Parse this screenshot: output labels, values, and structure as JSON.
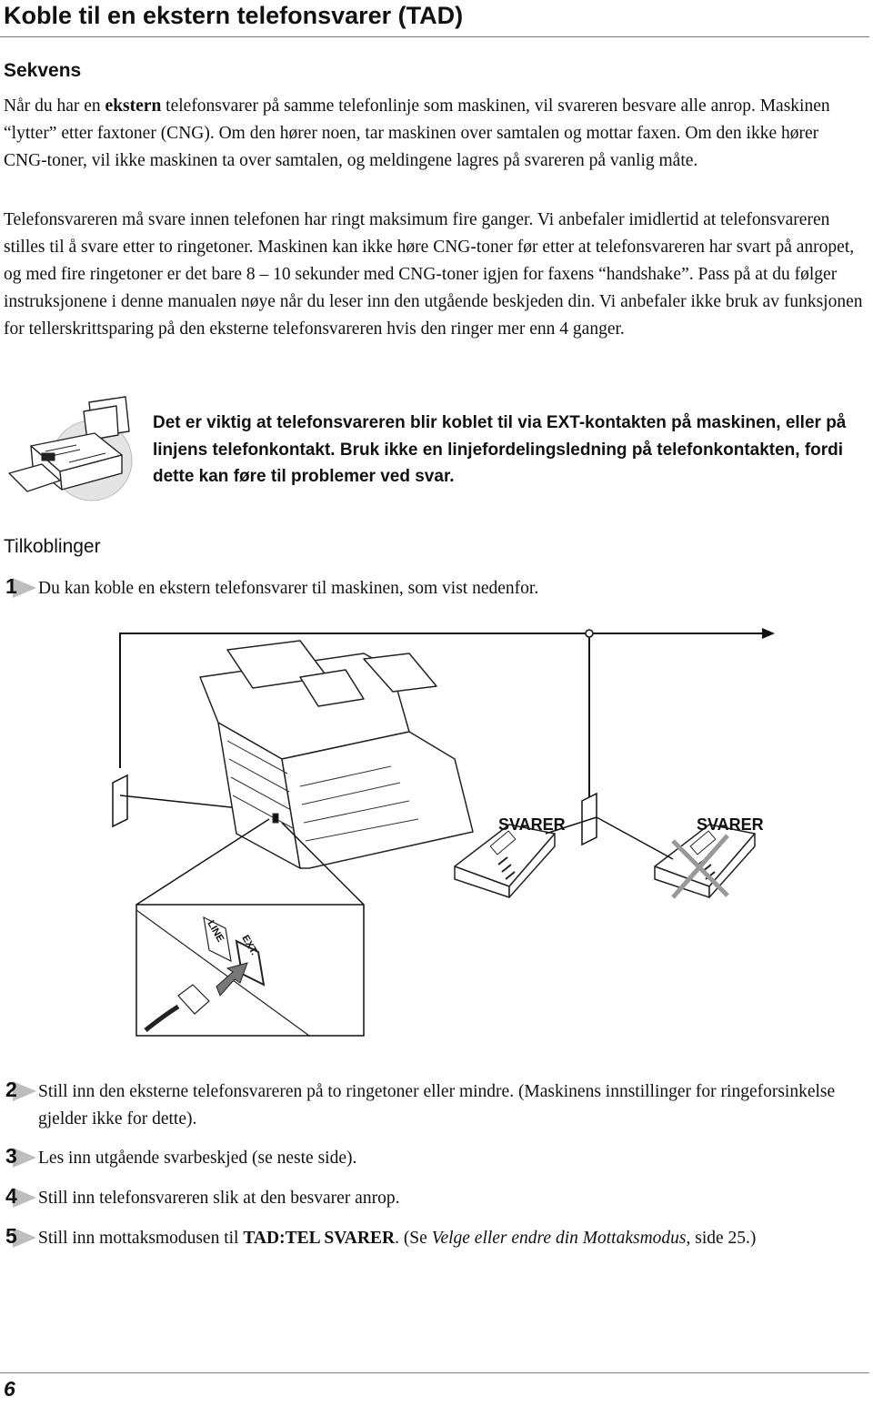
{
  "title": "Koble til en ekstern telefonsvarer (TAD)",
  "sequence": {
    "heading": "Sekvens",
    "p1": {
      "before": "Når du har en ",
      "bold": "ekstern",
      "after": " telefonsvarer på samme telefonlinje som maskinen, vil svareren besvare alle anrop. Maskinen “lytter” etter faxtoner (CNG). Om den hører noen, tar maskinen over samtalen og mottar faxen. Om den ikke hører CNG-toner, vil ikke maskinen ta over samtalen, og meldingene lagres på svareren på vanlig måte."
    },
    "p2": "Telefonsvareren må svare innen telefonen har ringt maksimum fire ganger. Vi anbefaler imidlertid at telefonsvareren stilles til å svare etter to ringetoner. Maskinen kan ikke høre CNG-toner før etter at telefonsvareren har svart på anropet, og med fire ringetoner er det bare 8 – 10 sekunder med CNG-toner igjen for faxens “handshake”. Pass på at du følger instruksjonene i denne manualen nøye når du leser inn den utgående beskjeden din. Vi anbefaler ikke bruk av funksjonen for tellerskrittsparing på den eksterne telefonsvareren hvis den ringer mer enn 4 ganger."
  },
  "note": "Det er viktig at telefonsvareren blir koblet til via EXT-kontakten på maskinen, eller på linjens telefonkontakt. Bruk ikke en linjefordelingsledning på telefonkontakten, fordi dette kan føre til problemer ved svar.",
  "connections": {
    "heading": "Tilkoblinger",
    "step1": {
      "num": "1",
      "text": "Du kan koble en ekstern telefonsvarer til maskinen, som vist nedenfor."
    },
    "diagram": {
      "svarer_ok": "SVARER",
      "svarer_crossed": "SVARER",
      "jack_line": "LINE",
      "jack_ext": "EXT."
    },
    "step2": {
      "num": "2",
      "text": "Still inn den eksterne telefonsvareren på to ringetoner eller mindre. (Maskinens innstillinger for ringeforsinkelse gjelder ikke for dette)."
    },
    "step3": {
      "num": "3",
      "text": "Les inn utgående svarbeskjed (se neste side)."
    },
    "step4": {
      "num": "4",
      "text": "Still inn telefonsvareren slik at den besvarer anrop."
    },
    "step5": {
      "num": "5",
      "before": "Still inn mottaksmodusen til ",
      "bold": "TAD:TEL SVARER",
      "middle": ". (Se ",
      "italic": "Velge eller endre din Mottaksmodus",
      "after": ", side 25.)"
    }
  },
  "page_number": "6"
}
